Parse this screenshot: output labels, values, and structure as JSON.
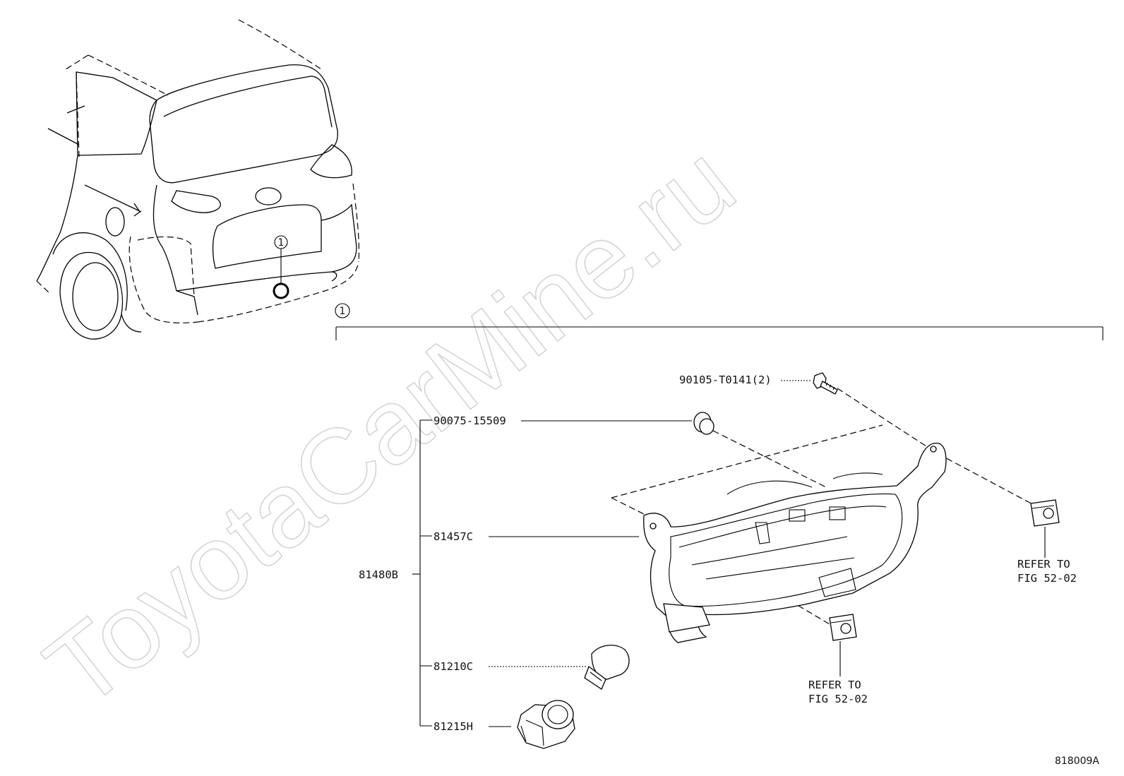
{
  "watermark": "ToyotaCarMine.ru",
  "callout_marker": "1",
  "figure_code": "818009A",
  "labels": {
    "screw": "90105-T0141(2)",
    "grommet": "90075-15509",
    "lens": "81457C",
    "assembly": "81480B",
    "bulb": "81210C",
    "socket": "81215H"
  },
  "refer_notes": {
    "right": {
      "line1": "REFER TO",
      "line2": "FIG 52-02"
    },
    "bottom": {
      "line1": "REFER TO",
      "line2": "FIG 52-02"
    }
  }
}
